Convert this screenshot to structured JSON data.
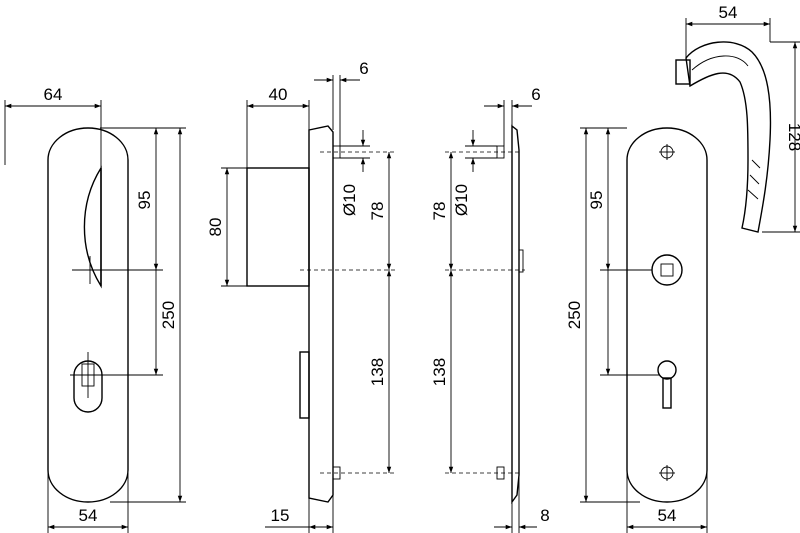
{
  "views": {
    "front_knob": {
      "dim_width_top": "64",
      "dim_width_bottom": "54",
      "dim_95": "95",
      "dim_250": "250"
    },
    "side_knob": {
      "dim_40": "40",
      "dim_6": "6",
      "dim_80": "80",
      "dim_dia10": "Ø10",
      "dim_78": "78",
      "dim_138": "138",
      "dim_15": "15"
    },
    "side_back": {
      "dim_6": "6",
      "dim_78": "78",
      "dim_dia10": "Ø10",
      "dim_138": "138",
      "dim_8": "8"
    },
    "back_plate": {
      "dim_250": "250",
      "dim_95": "95",
      "dim_54": "54"
    },
    "lever": {
      "dim_54": "54",
      "dim_128": "128"
    }
  }
}
